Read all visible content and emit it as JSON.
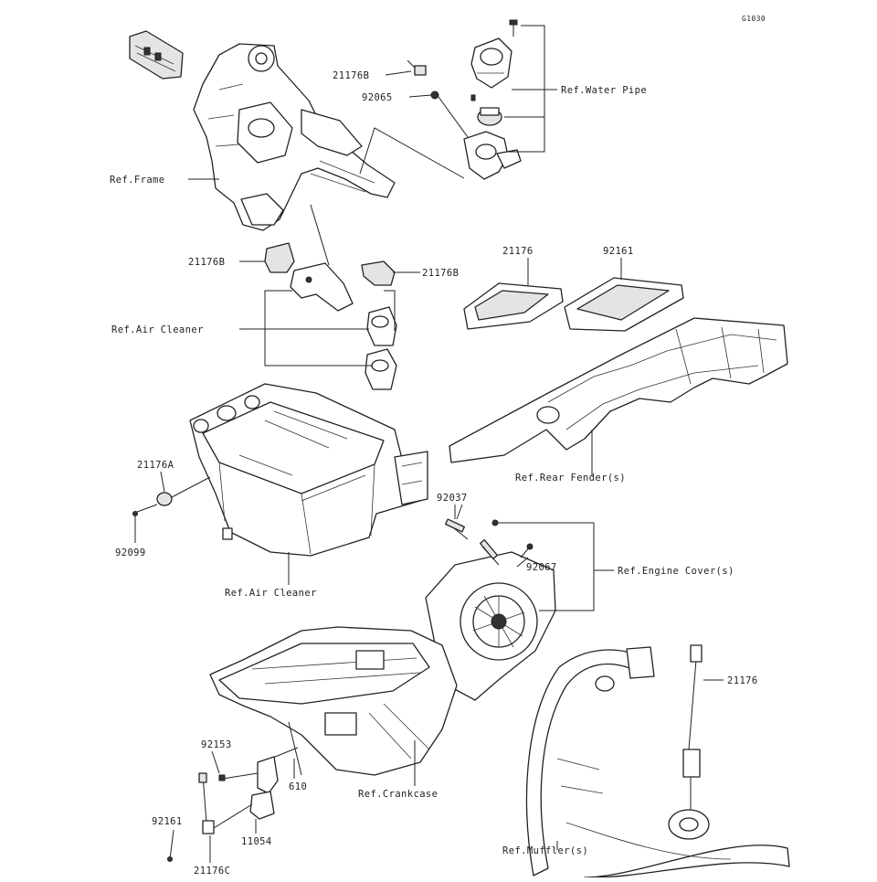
{
  "diagram_id": "G1030",
  "callouts": {
    "ref_water_pipe": "Ref.Water Pipe",
    "part_21176b_top": "21176B",
    "part_92065": "92065",
    "ref_frame": "Ref.Frame",
    "part_21176b_left": "21176B",
    "part_21176b_right": "21176B",
    "part_21176": "21176",
    "part_92161_top": "92161",
    "ref_air_cleaner_upper": "Ref.Air Cleaner",
    "part_21176a": "21176A",
    "part_92099": "92099",
    "ref_rear_fender": "Ref.Rear Fender(s)",
    "ref_air_cleaner_lower": "Ref.Air Cleaner",
    "part_92037": "92037",
    "part_92067": "92067",
    "ref_engine_cover": "Ref.Engine Cover(s)",
    "part_21176_muffler": "21176",
    "part_92153": "92153",
    "part_610": "610",
    "ref_crankcase": "Ref.Crankcase",
    "part_11054": "11054",
    "part_92161_bottom": "92161",
    "part_21176c": "21176C",
    "ref_muffler": "Ref.Muffler(s)"
  }
}
